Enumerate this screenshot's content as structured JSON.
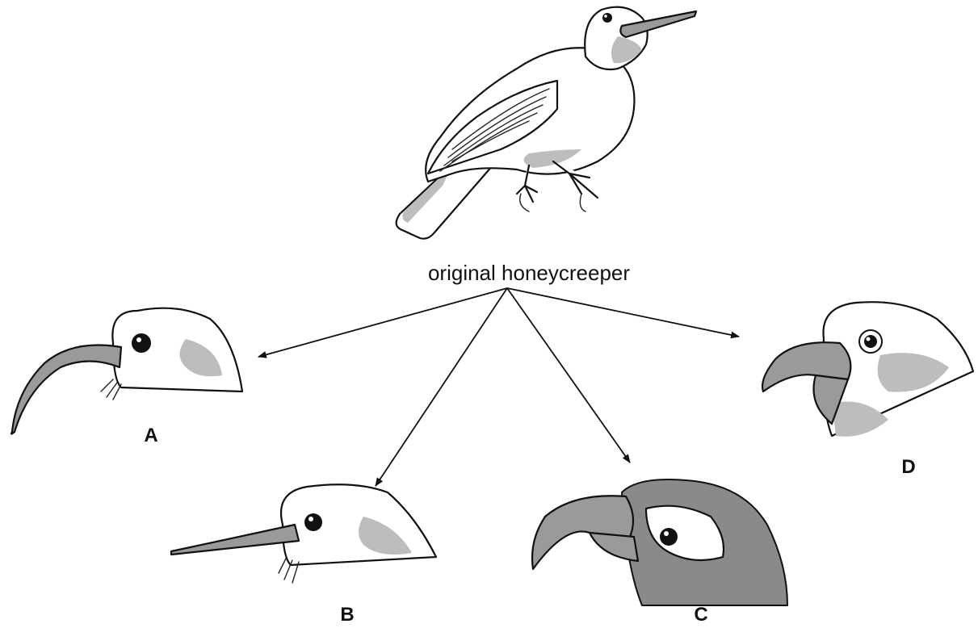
{
  "diagram": {
    "root_label": "original honeycreeper",
    "heads": [
      {
        "id": "A",
        "label": "A"
      },
      {
        "id": "B",
        "label": "B"
      },
      {
        "id": "C",
        "label": "C"
      },
      {
        "id": "D",
        "label": "D"
      }
    ]
  }
}
